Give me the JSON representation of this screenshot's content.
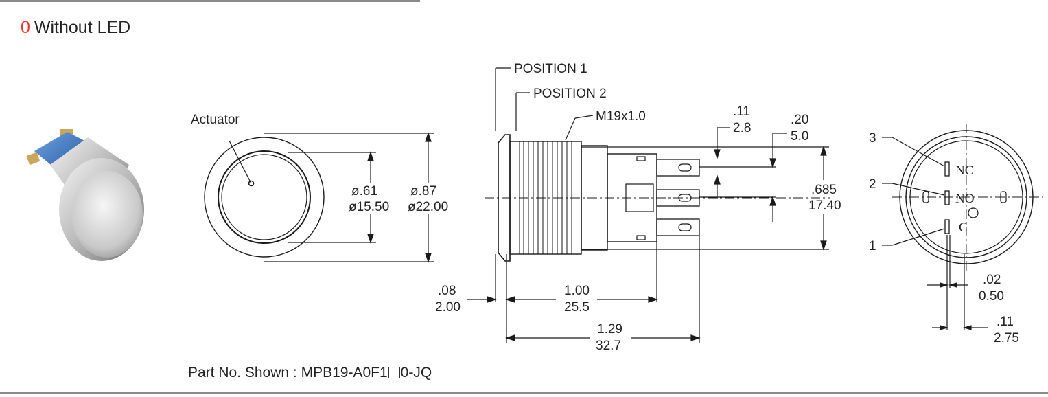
{
  "heading": {
    "code": "0",
    "label": "Without LED"
  },
  "colors": {
    "accent": "#e53b2c",
    "rule": "#8a8a8a"
  },
  "front_view": {
    "actuator_label": "Actuator",
    "inner_dia_in": "ø.61",
    "inner_dia_mm": "ø15.50",
    "outer_dia_in": "ø.87",
    "outer_dia_mm": "ø22.00"
  },
  "side_view": {
    "position_1": "POSITION 1",
    "position_2": "POSITION 2",
    "thread": "M19x1.0",
    "terminal_gap_in": ".11",
    "terminal_gap_mm": "2.8",
    "terminal_len_in": ".20",
    "terminal_len_mm": "5.0",
    "body_height_in": ".685",
    "body_height_mm": "17.40",
    "bezel_in": ".08",
    "bezel_mm": "2.00",
    "thread_len_in": "1.00",
    "thread_len_mm": "25.5",
    "total_len_in": "1.29",
    "total_len_mm": "32.7"
  },
  "rear_view": {
    "pin_3": "3",
    "pin_2": "2",
    "pin_1": "1",
    "nc": "NC",
    "no": "NO",
    "c": "C",
    "pin_thick_in": ".02",
    "pin_thick_mm": "0.50",
    "pin_width_in": ".11",
    "pin_width_mm": "2.75"
  },
  "caption": {
    "prefix": "Part No. Shown : MPB19-A0F1",
    "suffix": "0-JQ"
  }
}
